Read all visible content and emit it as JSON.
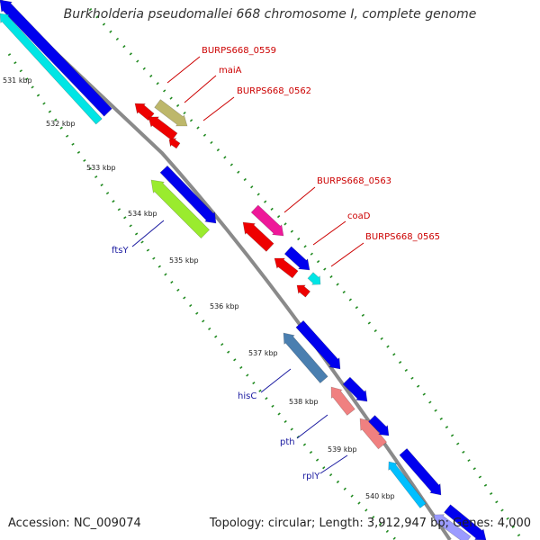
{
  "title": "Burkholderia pseudomallei 668 chromosome I, complete genome",
  "footer": {
    "accession": "Accession: NC_009074",
    "topology": "Topology: circular; Length: 3,912,947 bp; Genes: 4,000"
  },
  "colors": {
    "backbone": "#8a8a8a",
    "tick": "#228b22",
    "label_red": "#cc0000",
    "label_blue": "#1a1aa0"
  },
  "ticks": [
    {
      "label": "531 kbp"
    },
    {
      "label": "532 kbp"
    },
    {
      "label": "533 kbp"
    },
    {
      "label": "534 kbp"
    },
    {
      "label": "535 kbp"
    },
    {
      "label": "536 kbp"
    },
    {
      "label": "537 kbp"
    },
    {
      "label": "538 kbp"
    },
    {
      "label": "539 kbp"
    },
    {
      "label": "540 kbp"
    }
  ],
  "genes": [
    {
      "color": "#0000ee",
      "strand": "minus"
    },
    {
      "color": "#00e5e5",
      "strand": "minus"
    },
    {
      "color": "#ee0000",
      "strand": "minus"
    },
    {
      "color": "#bdb76b",
      "strand": "plus"
    },
    {
      "color": "#ee0000",
      "strand": "minus"
    },
    {
      "color": "#ee0000",
      "strand": "minus"
    },
    {
      "color": "#0000ee",
      "strand": "plus"
    },
    {
      "color": "#9aeb2e",
      "strand": "minus"
    },
    {
      "color": "#ee1899",
      "strand": "plus"
    },
    {
      "color": "#ee0000",
      "strand": "minus"
    },
    {
      "color": "#0000ee",
      "strand": "plus"
    },
    {
      "color": "#ee0000",
      "strand": "minus"
    },
    {
      "color": "#00e5e5",
      "strand": "plus"
    },
    {
      "color": "#ee0000",
      "strand": "minus"
    },
    {
      "color": "#4a7fb0",
      "strand": "minus"
    },
    {
      "color": "#0000ee",
      "strand": "plus"
    },
    {
      "color": "#f08080",
      "strand": "minus"
    },
    {
      "color": "#0000ee",
      "strand": "plus"
    },
    {
      "color": "#f08080",
      "strand": "minus"
    },
    {
      "color": "#0000ee",
      "strand": "plus"
    },
    {
      "color": "#00bfff",
      "strand": "minus"
    },
    {
      "color": "#0000ee",
      "strand": "plus"
    },
    {
      "color": "#0000ee",
      "strand": "plus"
    },
    {
      "color": "#9b9bff",
      "strand": "minus"
    }
  ],
  "labels": [
    {
      "text": "BURPS668_0559",
      "color": "#cc0000"
    },
    {
      "text": "maiA",
      "color": "#cc0000"
    },
    {
      "text": "BURPS668_0562",
      "color": "#cc0000"
    },
    {
      "text": "BURPS668_0563",
      "color": "#cc0000"
    },
    {
      "text": "coaD",
      "color": "#cc0000"
    },
    {
      "text": "BURPS668_0565",
      "color": "#cc0000"
    },
    {
      "text": "ftsY",
      "color": "#1a1aa0"
    },
    {
      "text": "hisC",
      "color": "#1a1aa0"
    },
    {
      "text": "pth",
      "color": "#1a1aa0"
    },
    {
      "text": "rplY",
      "color": "#1a1aa0"
    }
  ]
}
